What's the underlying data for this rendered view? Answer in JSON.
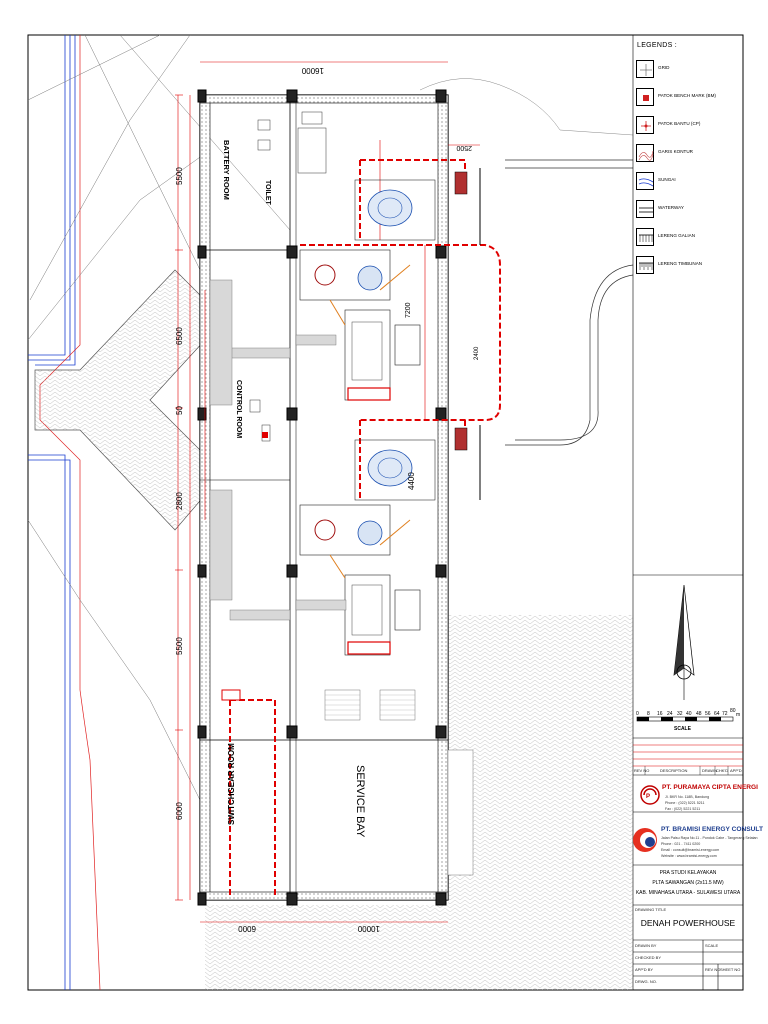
{
  "legend": {
    "title": "LEGENDS :",
    "items": [
      {
        "label": "GRID",
        "icon": "grid-icon"
      },
      {
        "label": "PATOK BENCH MARK (BM)",
        "icon": "benchmark-icon"
      },
      {
        "label": "PATOK BANTU (CP)",
        "icon": "control-point-icon"
      },
      {
        "label": "GARIS KONTUR",
        "icon": "contour-icon"
      },
      {
        "label": "SUNGAI",
        "icon": "river-icon"
      },
      {
        "label": "WATERWAY",
        "icon": "waterway-icon"
      },
      {
        "label": "LERENG GALIAN",
        "icon": "cut-slope-icon"
      },
      {
        "label": "LERENG TIMBUNAN",
        "icon": "fill-slope-icon"
      }
    ]
  },
  "rooms": {
    "battery": "BATTERY ROOM",
    "toilet": "TOILET",
    "control": "CONTROL ROOM",
    "switchgear": "SWITCHGEAR ROOM",
    "service_bay": "SERVICE BAY"
  },
  "dimensions": {
    "top_width": "16000",
    "d5500a": "5500",
    "d5500b": "5500",
    "d6000": "6000",
    "d6500": "6500",
    "d50": "50",
    "d2800": "2800",
    "d4400": "4400",
    "d2500": "2500",
    "d7200": "7200",
    "d2400": "2400",
    "bottom_left": "6000",
    "bottom_right": "10000"
  },
  "scale": {
    "ticks": [
      "0",
      "8",
      "16",
      "24",
      "32",
      "40",
      "48",
      "56",
      "64",
      "72",
      "80"
    ],
    "unit": "m",
    "label": "SCALE"
  },
  "titleblock": {
    "row_labels": [
      "REV NO",
      "DESCRIPTION",
      "DRAWN",
      "CHK'D",
      "APP'D"
    ],
    "owner_company": "PT. PURAMAYA CIPTA ENERGI",
    "owner_address": [
      "Jl. BKR No. 118B, Bandung",
      "Phone : (022) 5221 5211",
      "Fax : (022) 5221 5211"
    ],
    "consultant_company": "PT. BRAMISI ENERGY CONSULT",
    "consultant_address": [
      "Jalan Palsu Raya No.11 - Pondok Cabe - Tangerang Selatan",
      "Phone : 021 - 7411 0200",
      "Email : consult@bramisi-energy.com",
      "Website : www.bramisi-energy.com"
    ],
    "project_lines": [
      "PRA STUDI KELAYAKAN",
      "PLTA SAWANGAN (2x11.5 MW)",
      "KAB. MINAHASA UTARA - SULAWESI UTARA"
    ],
    "drawing_title_label": "DRAWING TITLE",
    "drawing_title": "DENAH POWERHOUSE",
    "bottom_labels": [
      "DRAWN BY",
      "CHECKED BY",
      "APP'D BY",
      "DRWG. NO.",
      "SCALE",
      "REV NO",
      "SHEET NO"
    ]
  }
}
